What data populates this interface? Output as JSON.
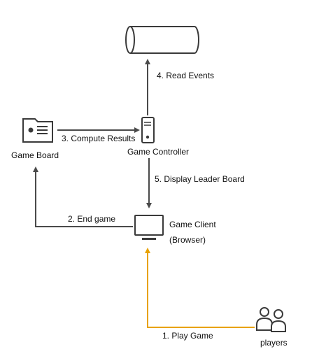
{
  "nodes": {
    "database": {
      "label": "",
      "icon": "database-cylinder-icon"
    },
    "game_board": {
      "label": "Game Board",
      "icon": "id-card-icon"
    },
    "game_controller": {
      "label": "Game Controller",
      "icon": "server-icon"
    },
    "game_client": {
      "label": "Game Client",
      "sublabel": "(Browser)",
      "icon": "monitor-icon"
    },
    "players": {
      "label": "players",
      "icon": "users-icon"
    }
  },
  "edges": {
    "play_game": {
      "label": "1. Play Game",
      "from": "players",
      "to": "game_client",
      "color": "#e8a200"
    },
    "end_game": {
      "label": "2. End game",
      "from": "game_client",
      "to": "game_board",
      "color": "#4a4a4a"
    },
    "compute_results": {
      "label": "3. Compute Results",
      "from": "game_board",
      "to": "game_controller",
      "color": "#4a4a4a"
    },
    "read_events": {
      "label": "4. Read Events",
      "from": "game_controller",
      "to": "database",
      "color": "#4a4a4a"
    },
    "display_leader_board": {
      "label": "5. Display Leader Board",
      "from": "game_controller",
      "to": "game_client",
      "color": "#4a4a4a"
    }
  }
}
